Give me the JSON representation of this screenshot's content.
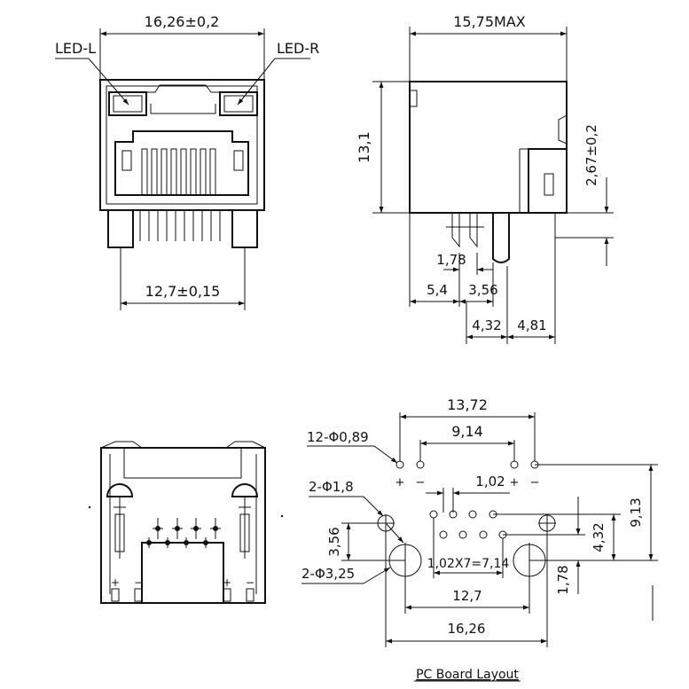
{
  "front_view": {
    "width_dim": "16,26±0,2",
    "led_left": "LED-L",
    "led_right": "LED-R",
    "pin_span_dim": "12,7±0,15"
  },
  "side_view": {
    "depth_dim": "15,75MAX",
    "height_dim": "13,1",
    "tab_dim": "2,67±0,2",
    "pin_offset_dim": "1,78",
    "dim_5_4": "5,4",
    "dim_3_56": "3,56",
    "dim_4_32": "4,32",
    "dim_4_81": "4,81"
  },
  "rear_view": {
    "plus_left": "+",
    "minus_left": "−",
    "plus_right": "+",
    "minus_right": "−"
  },
  "pcb_layout": {
    "title": "PC Board Layout",
    "outer_span": "13,72",
    "led_pitch": "9,14",
    "holes_089": "12-Φ0,89",
    "pitch_102": "1,02",
    "holes_18": "2-Φ1,8",
    "dim_913": "9,13",
    "dim_356": "3,56",
    "dim_432": "4,32",
    "holes_325": "2-Φ3,25",
    "pin_row": "1,02X7=7,14",
    "dim_178": "1,78",
    "dim_127": "12,7",
    "dim_1626": "16,26",
    "plus": "+",
    "minus": "−"
  }
}
